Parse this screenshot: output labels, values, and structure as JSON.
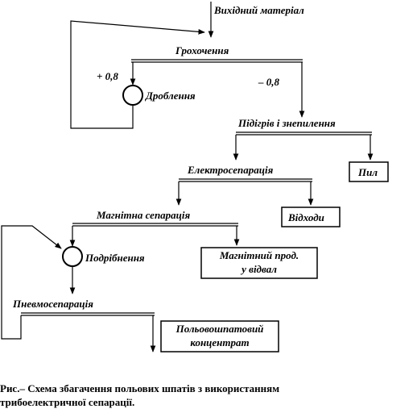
{
  "labels": {
    "source": "Вихідний матеріал",
    "screening": "Грохочення",
    "plus": "+ 0,8",
    "minus": "– 0,8",
    "crushing": "Дроблення",
    "heating": "Підігрів і знепилення",
    "dust": "Пил",
    "electrosep": "Електросепарація",
    "waste": "Відходи",
    "magsep": "Магнітна сепарація",
    "grinding": "Подрібнення",
    "magprod_1": "Магнітний прод.",
    "magprod_2": "у відвал",
    "pneumosep": "Пневмосепарація",
    "concentrate_1": "Польовошпатовий",
    "concentrate_2": "концентрат"
  },
  "caption": {
    "line1": "Рис.– Схема збагачення польових шпатів з використанням",
    "line2": "трибоелектричної сепарації."
  }
}
